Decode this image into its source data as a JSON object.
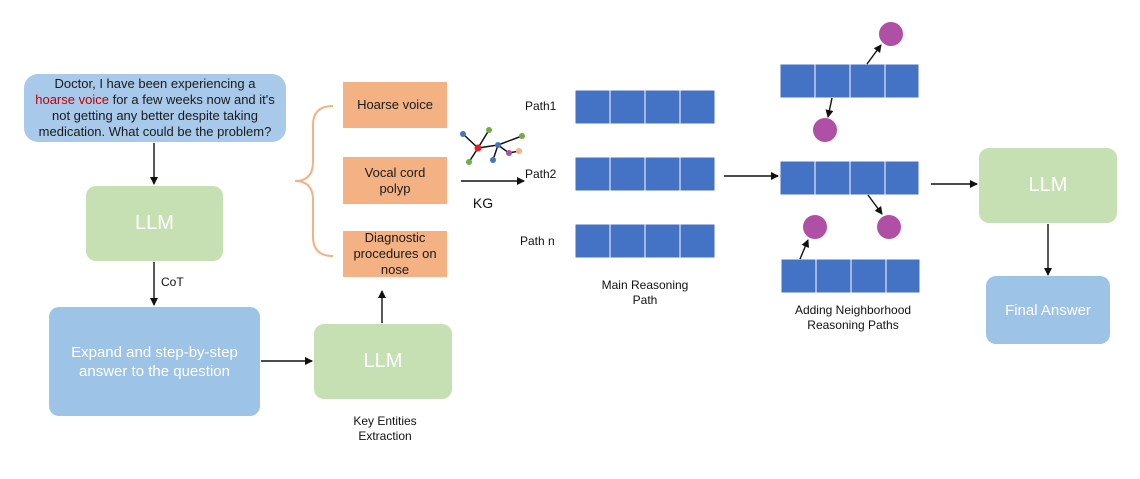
{
  "question": {
    "before": "Doctor, I have been experiencing a",
    "highlight": "hoarse voice",
    "after": "for a few weeks now and it's not getting any better despite taking medication. What could be the problem?"
  },
  "llm_label": "LLM",
  "cot_label": "CoT",
  "expand_box": "Expand and step-by-step answer to the question",
  "entities": [
    "Hoarse voice",
    "Vocal cord polyp",
    "Diagnostic procedures on nose"
  ],
  "key_entities_caption": "Key Entities Extraction",
  "kg_label": "KG",
  "paths": [
    "Path1",
    "Path2",
    "Path n"
  ],
  "main_path_caption": "Main Reasoning Path",
  "neighborhood_caption": "Adding Neighborhood Reasoning Paths",
  "final_answer": "Final Answer",
  "colors": {
    "path_cell": "#4472c4",
    "neighbor_node": "#b04fa6",
    "llm_box": "#c6e0b4",
    "answer_box": "#9dc3e6",
    "entity_box": "#f4b183",
    "highlight_text": "#c00000"
  }
}
